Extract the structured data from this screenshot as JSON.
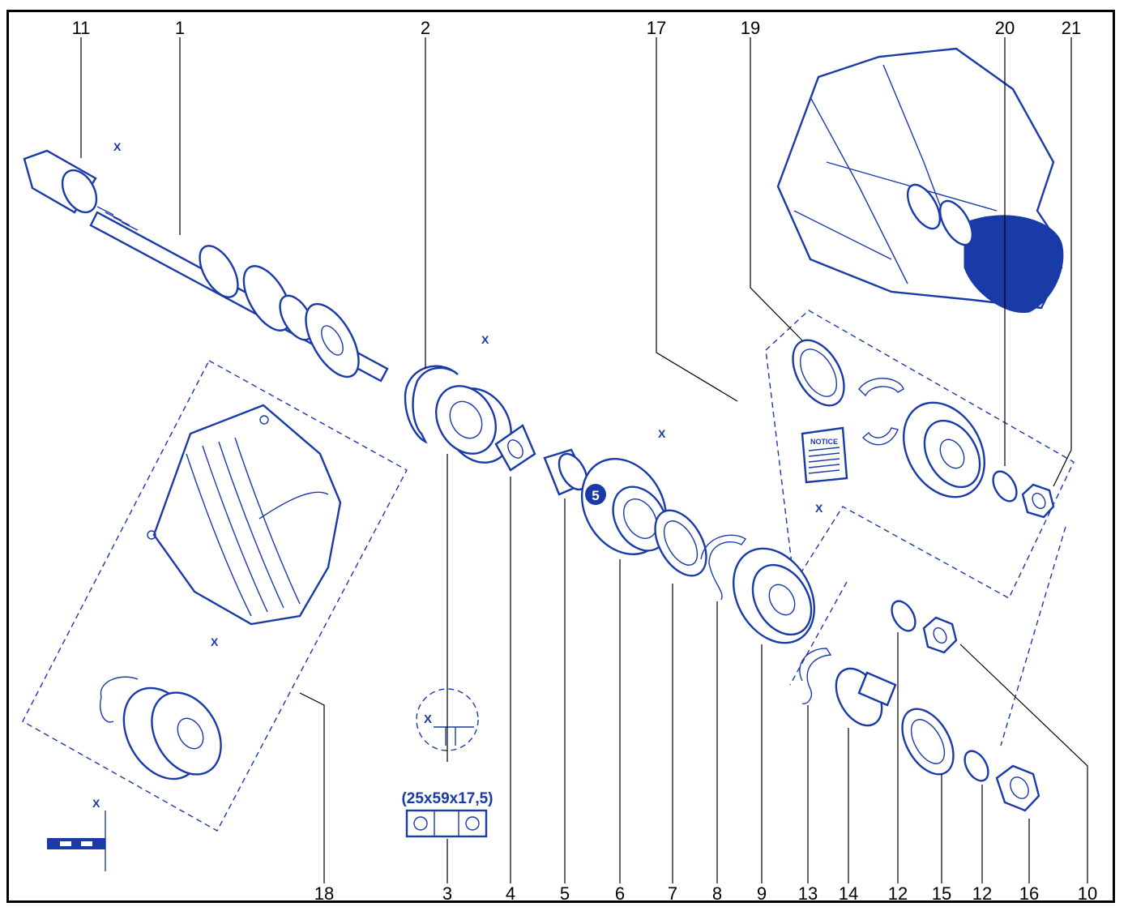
{
  "diagram": {
    "callouts_top": [
      "11",
      "1",
      "2",
      "17",
      "19",
      "20",
      "21"
    ],
    "callouts_bottom": [
      "18",
      "3",
      "4",
      "5",
      "6",
      "7",
      "8",
      "9",
      "13",
      "14",
      "12",
      "15",
      "12",
      "16",
      "10"
    ],
    "bearing_size_label": "(25x59x17,5)",
    "gear_badge": "5",
    "dimension_marker": "X",
    "notice_label": "NOTICE"
  },
  "colors": {
    "line_art": "#1a3aa8",
    "frame": "#000000",
    "background": "#ffffff"
  }
}
